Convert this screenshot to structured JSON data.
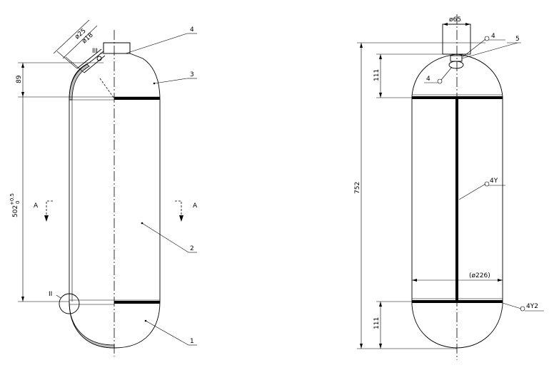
{
  "left_view": {
    "dims": {
      "pipe_outer": "ø25",
      "pipe_inner": "ø18",
      "head_height": "89",
      "shell_length_base": "502",
      "shell_tol_upper": "+0.5",
      "shell_tol_lower": "0"
    },
    "detail_marks": {
      "upper": "III",
      "lower": "II"
    },
    "section_label": "A",
    "part_numbers": [
      "1",
      "2",
      "3",
      "4"
    ]
  },
  "right_view": {
    "dims": {
      "nozzle_diameter": "ø65",
      "overall_length": "752",
      "top_head_height": "111",
      "bottom_head_height": "111",
      "diameter": "(ø226)"
    },
    "weld_symbols": [
      "4",
      "4",
      "4Y",
      "4Y2"
    ],
    "part_numbers": [
      "5"
    ]
  }
}
